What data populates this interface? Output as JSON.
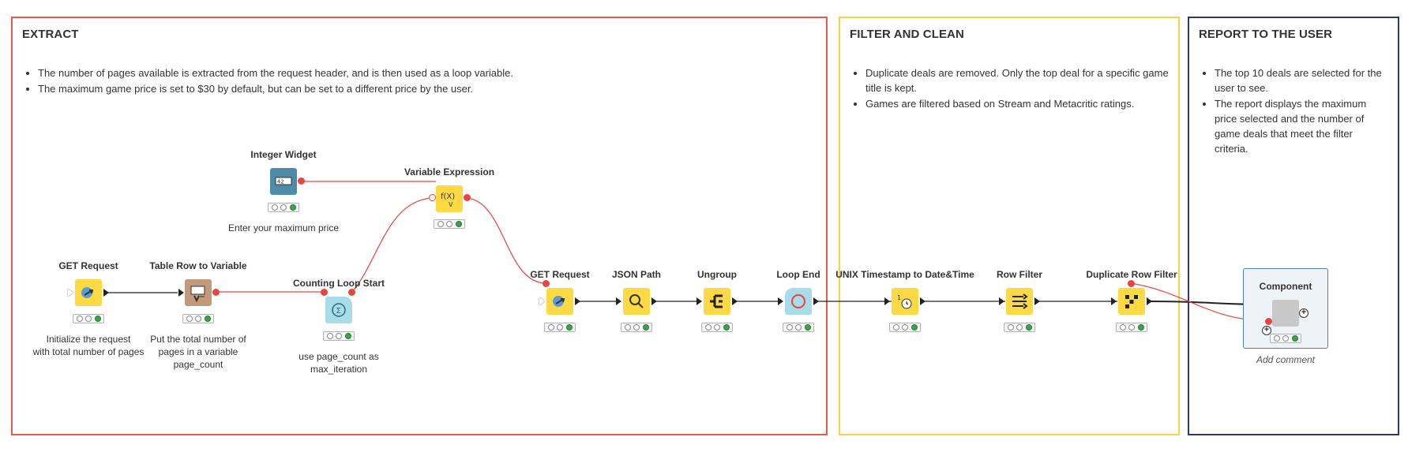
{
  "annotations": {
    "extract": {
      "title": "EXTRACT",
      "bullets": [
        "The number of pages available is extracted from the request header, and is then used as a loop variable.",
        "The maximum game price is set to $30 by default, but can be set to a different price by the user."
      ]
    },
    "filter": {
      "title": "FILTER AND CLEAN",
      "bullets": [
        "Duplicate deals are removed. Only the top deal for a specific game title is kept.",
        "Games are filtered based on Stream and Metacritic ratings."
      ]
    },
    "report": {
      "title": "REPORT TO THE USER",
      "bullets": [
        "The top 10 deals are selected for the user to see.",
        "The report displays the maximum price selected and the number of game deals that meet the filter criteria."
      ]
    }
  },
  "nodes": {
    "get_request_1": {
      "title": "GET Request",
      "comment_lines": [
        "Initialize the request",
        "with total number of pages"
      ],
      "icon": "globe-arrow-icon",
      "color": "#fdd944"
    },
    "table_row_to_variable": {
      "title": "Table Row to Variable",
      "comment_lines": [
        "Put the total number of",
        "pages in a variable",
        "page_count"
      ],
      "icon": "table-to-var-icon",
      "color": "#c2997a"
    },
    "integer_widget": {
      "title": "Integer Widget",
      "comment_lines": [
        "Enter your maximum price"
      ],
      "icon": "integer-input-icon",
      "color": "#4d8ba8"
    },
    "counting_loop_start": {
      "title": "Counting Loop Start",
      "comment_lines": [
        "use page_count as",
        "max_iteration"
      ],
      "icon": "loop-start-icon",
      "color": "#a8dce8"
    },
    "variable_expression": {
      "title": "Variable Expression",
      "comment_lines": [],
      "icon": "fx-icon",
      "color": "#fdd944"
    },
    "get_request_2": {
      "title": "GET Request",
      "comment_lines": [],
      "icon": "globe-arrow-icon",
      "color": "#fdd944"
    },
    "json_path": {
      "title": "JSON Path",
      "comment_lines": [],
      "icon": "json-path-icon",
      "color": "#fdd944"
    },
    "ungroup": {
      "title": "Ungroup",
      "comment_lines": [],
      "icon": "ungroup-icon",
      "color": "#fdd944"
    },
    "loop_end": {
      "title": "Loop End",
      "comment_lines": [],
      "icon": "loop-end-icon",
      "color": "#a8dce8"
    },
    "unix_timestamp": {
      "title": "UNIX Timestamp to Date&Time",
      "comment_lines": [],
      "icon": "timestamp-icon",
      "color": "#fdd944"
    },
    "row_filter": {
      "title": "Row Filter",
      "comment_lines": [],
      "icon": "row-filter-icon",
      "color": "#fdd944"
    },
    "duplicate_row_filter": {
      "title": "Duplicate Row Filter",
      "comment_lines": [],
      "icon": "duplicate-filter-icon",
      "color": "#fdd944"
    }
  },
  "component": {
    "title": "Component",
    "comment": "Add comment",
    "color": "#c8c8c8"
  },
  "colors": {
    "extract_border": "#e85a4f",
    "filter_border": "#f5d547",
    "report_border": "#2b3a6b",
    "variable_connection": "#e6463f",
    "data_connection": "#222222"
  }
}
